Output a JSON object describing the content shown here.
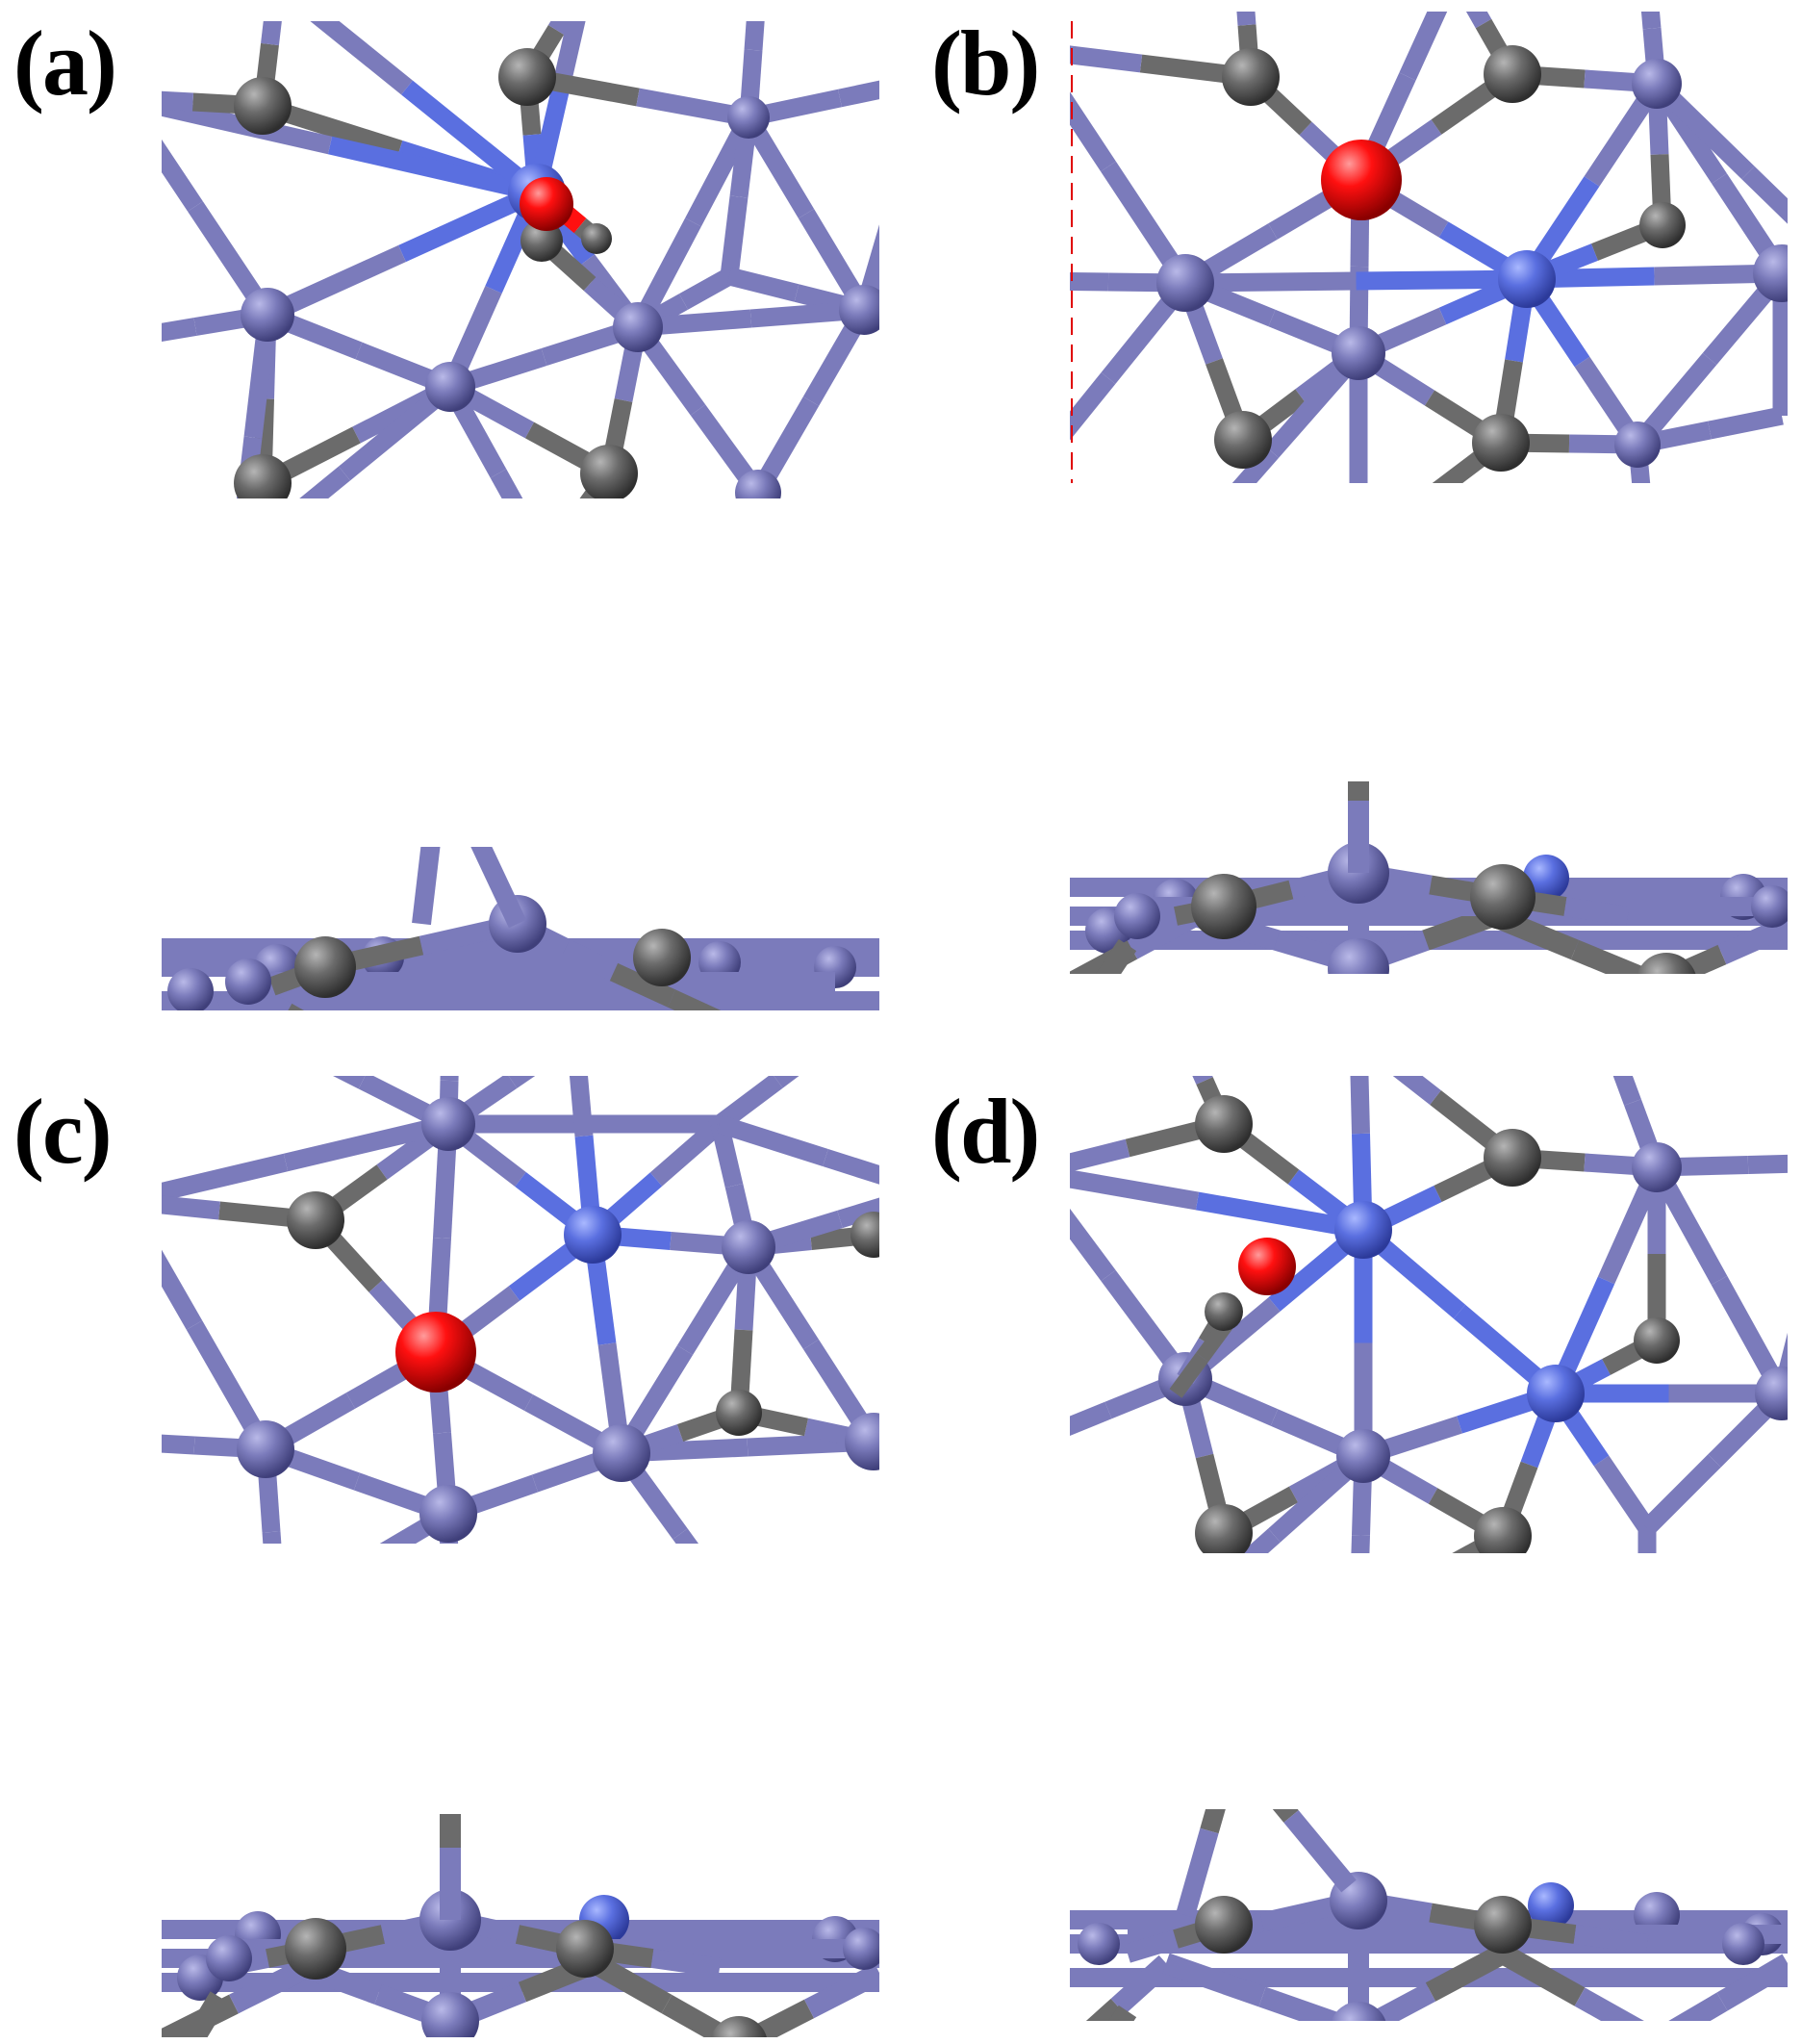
{
  "figure": {
    "panels": [
      {
        "label": "(a)",
        "views": [
          "top",
          "side"
        ]
      },
      {
        "label": "(b)",
        "views": [
          "top",
          "side"
        ]
      },
      {
        "label": "(c)",
        "views": [
          "top",
          "side"
        ]
      },
      {
        "label": "(d)",
        "views": [
          "top",
          "side"
        ]
      }
    ]
  },
  "colors": {
    "metal": "#7b7bbb",
    "metal_dark": "#4a4a8a",
    "metal_highlight": "#5a6fe0",
    "carbon": "#6b6b6b",
    "carbon_dark": "#3a3a3a",
    "oxygen": "#ff1010",
    "oxygen_dark": "#a00000",
    "background": "#ffffff"
  }
}
